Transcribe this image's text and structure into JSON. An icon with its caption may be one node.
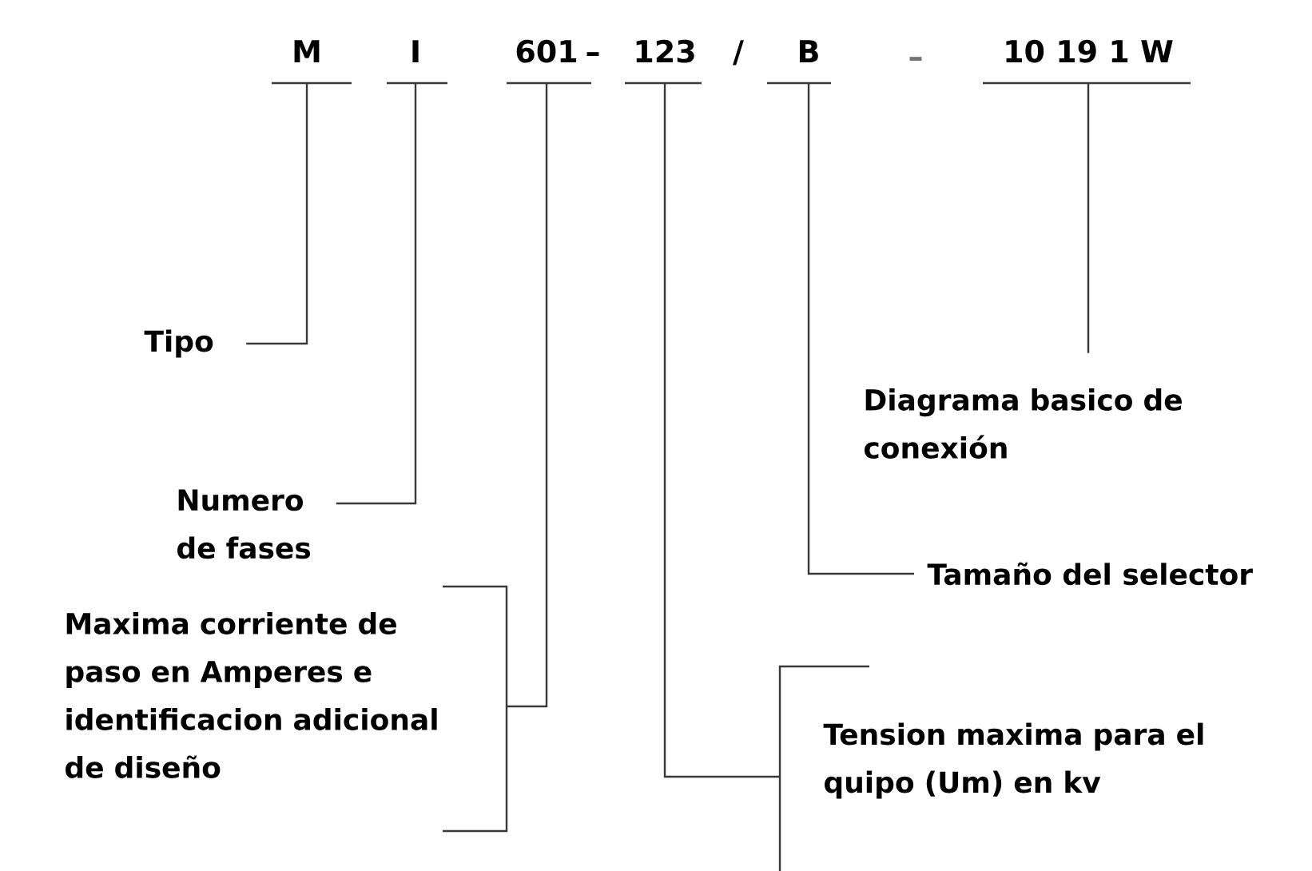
{
  "diagram": {
    "nodes": [
      {
        "text": [
          "M"
        ]
      },
      {
        "text": [
          "I"
        ]
      },
      {
        "text": [
          "601"
        ]
      },
      {
        "text": [
          "123"
        ]
      },
      {
        "text": [
          "B"
        ]
      },
      {
        "text": [
          "10 19 1 W"
        ]
      },
      {
        "text": [
          "Tipo"
        ]
      },
      {
        "text": [
          "Numero de fases"
        ]
      },
      {
        "text": [
          "Maxima corriente de paso en Amperes e identificacion adicional de diseño"
        ]
      },
      {
        "text": [
          "Diagrama basico de conexión"
        ]
      },
      {
        "text": [
          "Tamaño del selector"
        ]
      },
      {
        "text": [
          "Tension maxima para el quipo (Um) en kv"
        ]
      }
    ],
    "edges": [
      {
        "from": 6,
        "to": 0,
        "arrow": "none"
      },
      {
        "from": 7,
        "to": 1,
        "arrow": "none"
      },
      {
        "from": 8,
        "to": 2,
        "arrow": "none"
      },
      {
        "from": 11,
        "to": 3,
        "arrow": "none"
      },
      {
        "from": 10,
        "to": 4,
        "arrow": "none"
      },
      {
        "from": 9,
        "to": 5,
        "arrow": "none"
      }
    ],
    "labels": [
      "–",
      "/",
      "–"
    ]
  }
}
